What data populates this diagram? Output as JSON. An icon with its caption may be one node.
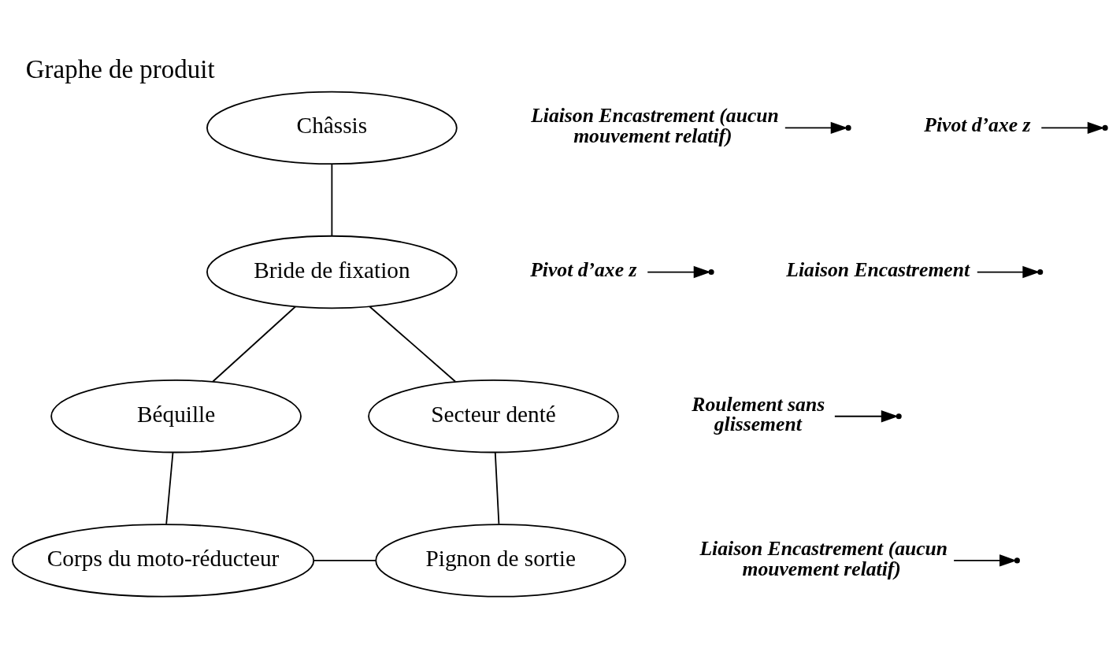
{
  "diagram": {
    "title": "Graphe de produit",
    "nodes": [
      {
        "text": [
          "Châssis"
        ]
      },
      {
        "text": [
          "Bride de fixation"
        ]
      },
      {
        "text": [
          "Béquille"
        ]
      },
      {
        "text": [
          "Secteur denté"
        ]
      },
      {
        "text": [
          "Corps du moto-réducteur"
        ]
      },
      {
        "text": [
          "Pignon de sortie"
        ]
      },
      {
        "text": [
          "Liaison Encastrement (aucun mouvement relatif)"
        ]
      },
      {
        "text": [
          "Pivot d’axe z"
        ]
      },
      {
        "text": [
          "Liaison Encastrement"
        ]
      },
      {
        "text": [
          "Roulement sans glissement"
        ]
      },
      {
        "text": [
          "Liaison Encastrement (aucun mouvement relatif)"
        ]
      },
      {
        "text": [
          "Pivot d’axe z"
        ]
      }
    ],
    "edges": [
      {
        "from": 0,
        "to": 1,
        "arrow": "none"
      },
      {
        "from": 1,
        "to": 2,
        "arrow": "none"
      },
      {
        "from": 1,
        "to": 3,
        "arrow": "none"
      },
      {
        "from": 2,
        "to": 4,
        "arrow": "none"
      },
      {
        "from": 3,
        "to": 5,
        "arrow": "none"
      },
      {
        "from": 4,
        "to": 5,
        "arrow": "none"
      },
      {
        "from": 6,
        "to": null,
        "arrow": "to"
      },
      {
        "from": 7,
        "to": null,
        "arrow": "to"
      },
      {
        "from": 8,
        "to": null,
        "arrow": "to"
      },
      {
        "from": 9,
        "to": null,
        "arrow": "to"
      },
      {
        "from": 10,
        "to": null,
        "arrow": "to"
      },
      {
        "from": 11,
        "to": null,
        "arrow": "to"
      }
    ]
  }
}
